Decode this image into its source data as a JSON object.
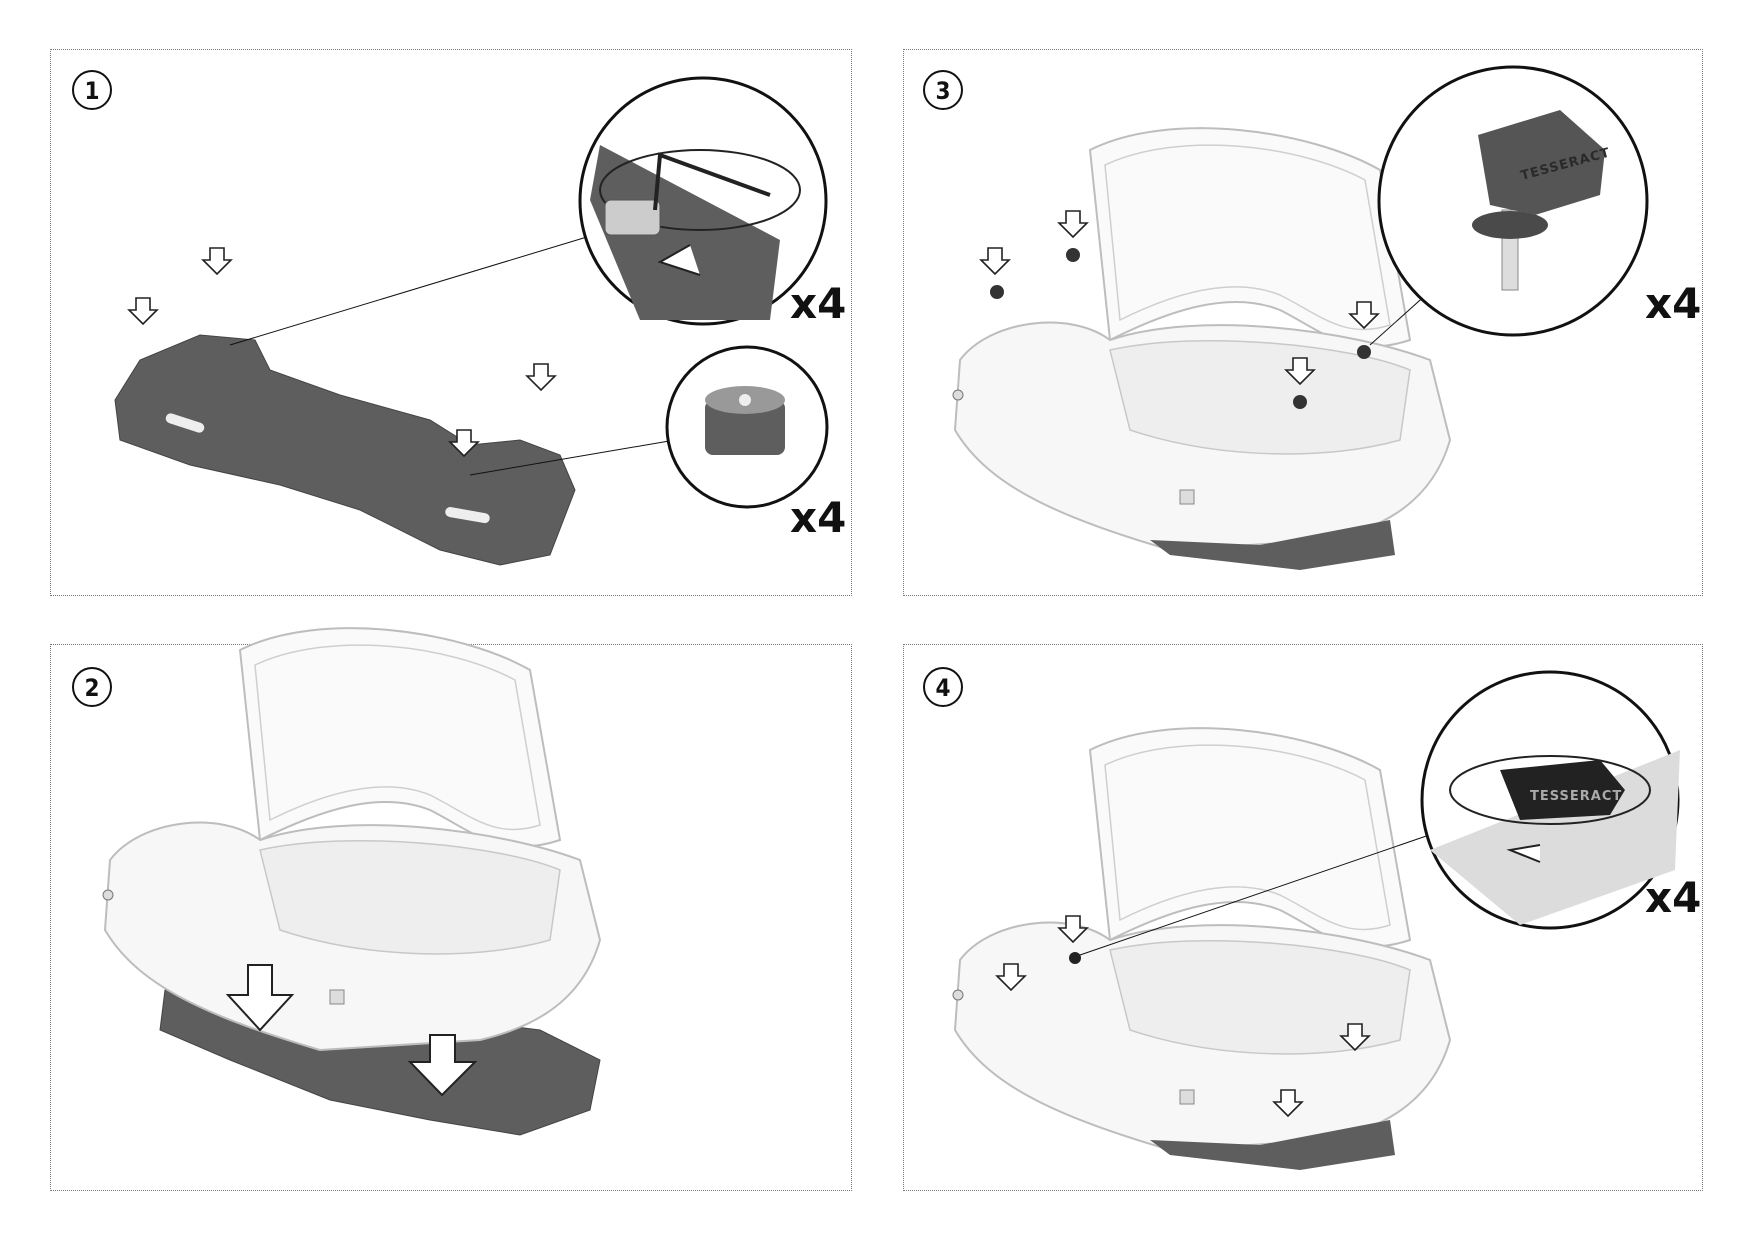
{
  "steps": [
    {
      "number": "1",
      "quantity_labels": [
        "x4",
        "x4"
      ]
    },
    {
      "number": "2"
    },
    {
      "number": "3",
      "quantity_labels": [
        "x4"
      ]
    },
    {
      "number": "4",
      "quantity_labels": [
        "x4"
      ]
    }
  ],
  "brand_text": "TESSERACT",
  "colors": {
    "plate": "#5e5e5e",
    "knob": "#3a3a3a",
    "case_outline": "#bdbdbd",
    "border": "#777777"
  }
}
